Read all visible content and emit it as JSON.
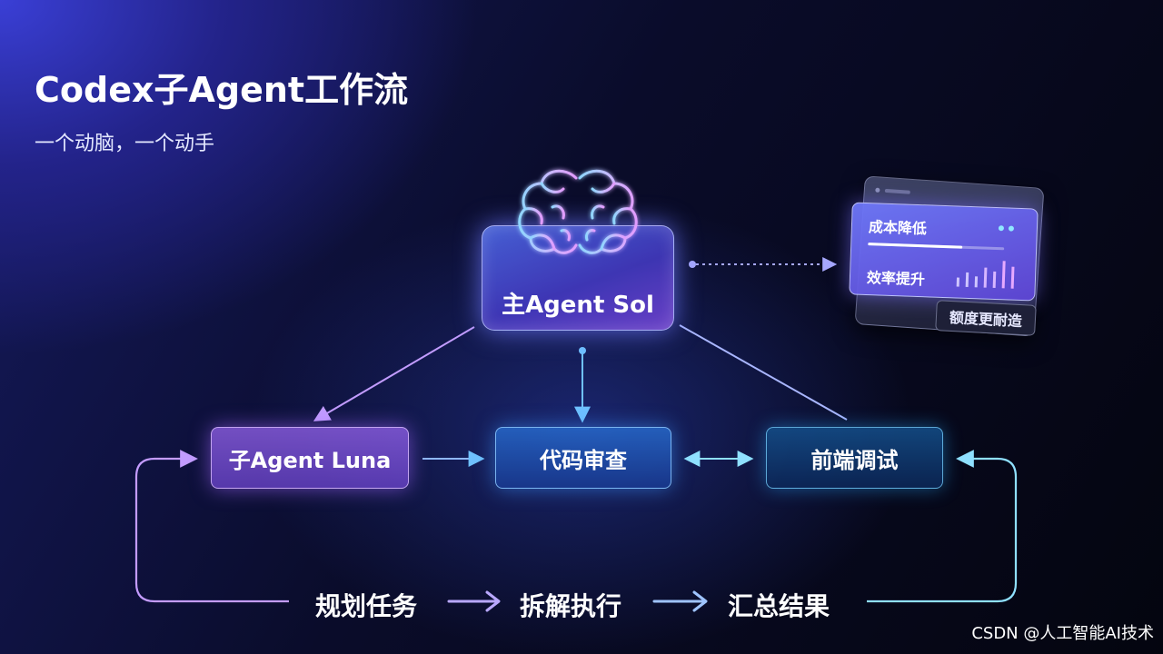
{
  "header": {
    "title": "Codex子Agent工作流",
    "subtitle": "一个动脑，一个动手"
  },
  "main_node": {
    "label": "主Agent Sol",
    "icon": "brain-icon"
  },
  "nodes": [
    {
      "label": "子Agent Luna"
    },
    {
      "label": "代码审查"
    },
    {
      "label": "前端调试"
    }
  ],
  "steps": [
    {
      "label": "规划任务"
    },
    {
      "label": "拆解执行"
    },
    {
      "label": "汇总结果"
    }
  ],
  "card": {
    "items": [
      {
        "label": "成本降低"
      },
      {
        "label": "效率提升"
      }
    ],
    "badge": "额度更耐造"
  },
  "watermark": "CSDN @人工智能AI技术",
  "colors": {
    "accent_purple": "#b07cff",
    "accent_blue": "#5ab4ff",
    "accent_cyan": "#7fd8ff"
  }
}
